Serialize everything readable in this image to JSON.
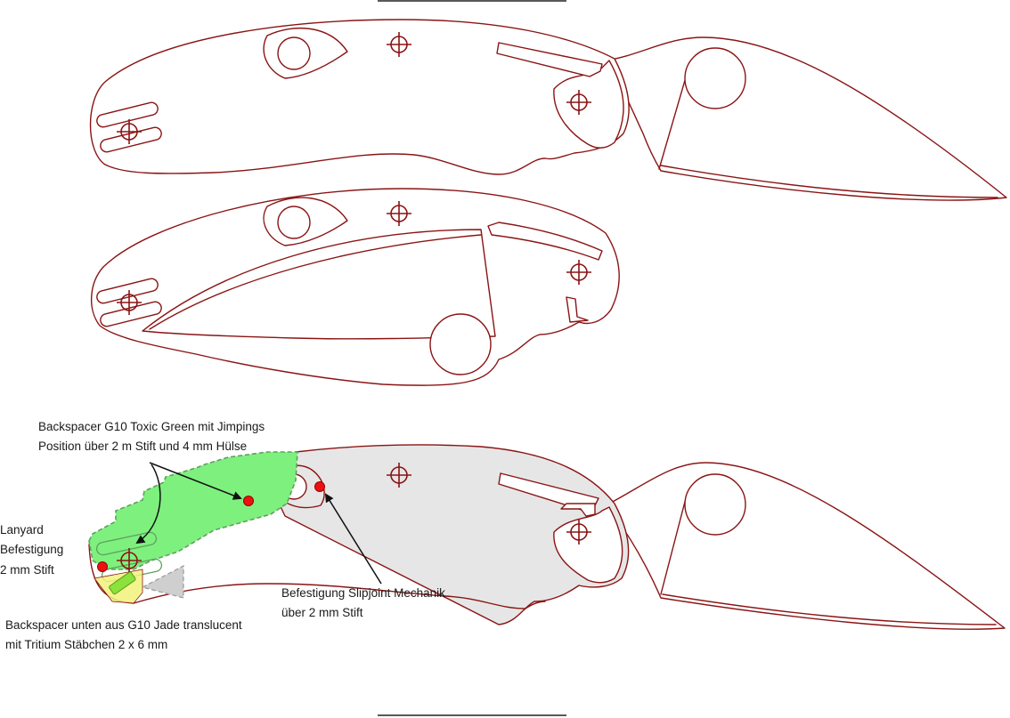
{
  "annotations": {
    "backspacer_top_line1": "Backspacer G10 Toxic Green mit Jimpings",
    "backspacer_top_line2": "Position über 2 m Stift und 4 mm Hülse",
    "lanyard_line1": "Lanyard",
    "lanyard_line2": "Befestigung",
    "lanyard_line3": "2 mm Stift",
    "slipjoint_line1": "Befestigung Slipjoint Mechanik",
    "slipjoint_line2": "über 2 mm Stift",
    "backspacer_bottom_line1": "Backspacer unten aus G10 Jade translucent",
    "backspacer_bottom_line2": "mit Tritium Stäbchen 2 x 6 mm"
  },
  "colors": {
    "outline": "#8a1414",
    "toxic_green": "#7ef07e",
    "jade_translucent": "#f2f27a",
    "tritium": "#8be23a",
    "pin_marker": "#ee1111",
    "handle_grey": "#e6e6e6"
  }
}
